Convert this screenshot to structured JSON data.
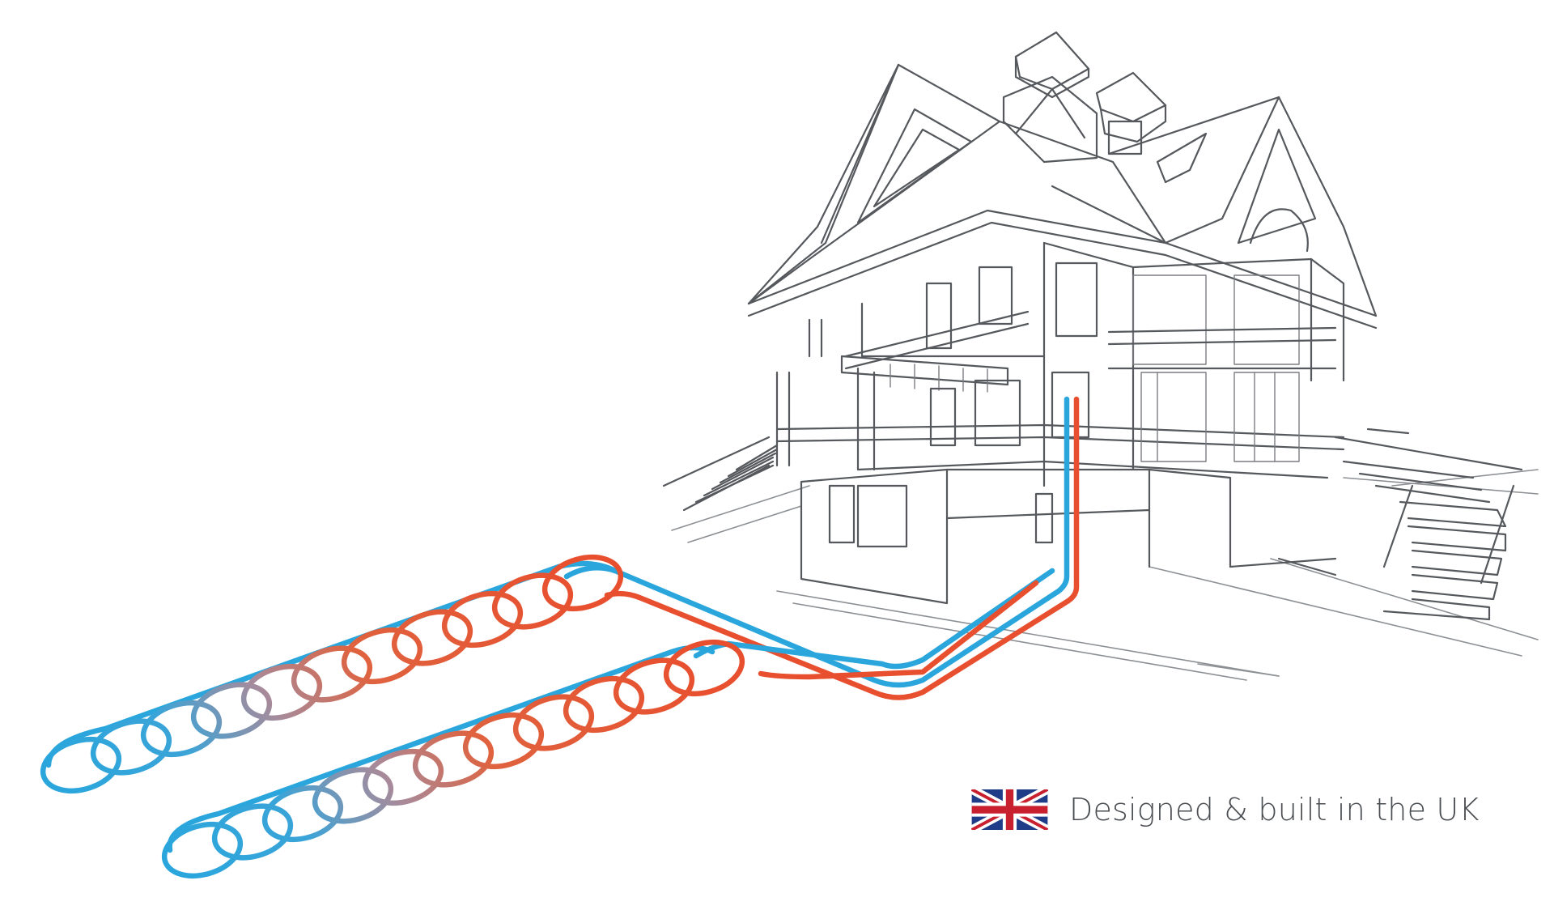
{
  "badge": {
    "text": "Designed & built in the UK",
    "flag_icon": "uk-flag-icon"
  },
  "colors": {
    "cold_pipe": "#2aa6dc",
    "warm_pipe": "#e84f2e",
    "house_line": "#55585c",
    "text": "#4a4d51",
    "flag_blue": "#1f3c88",
    "flag_red": "#c8202f"
  },
  "loops": [
    {
      "name": "upper-ground-loop",
      "coils": 11
    },
    {
      "name": "lower-ground-loop",
      "coils": 11
    }
  ]
}
